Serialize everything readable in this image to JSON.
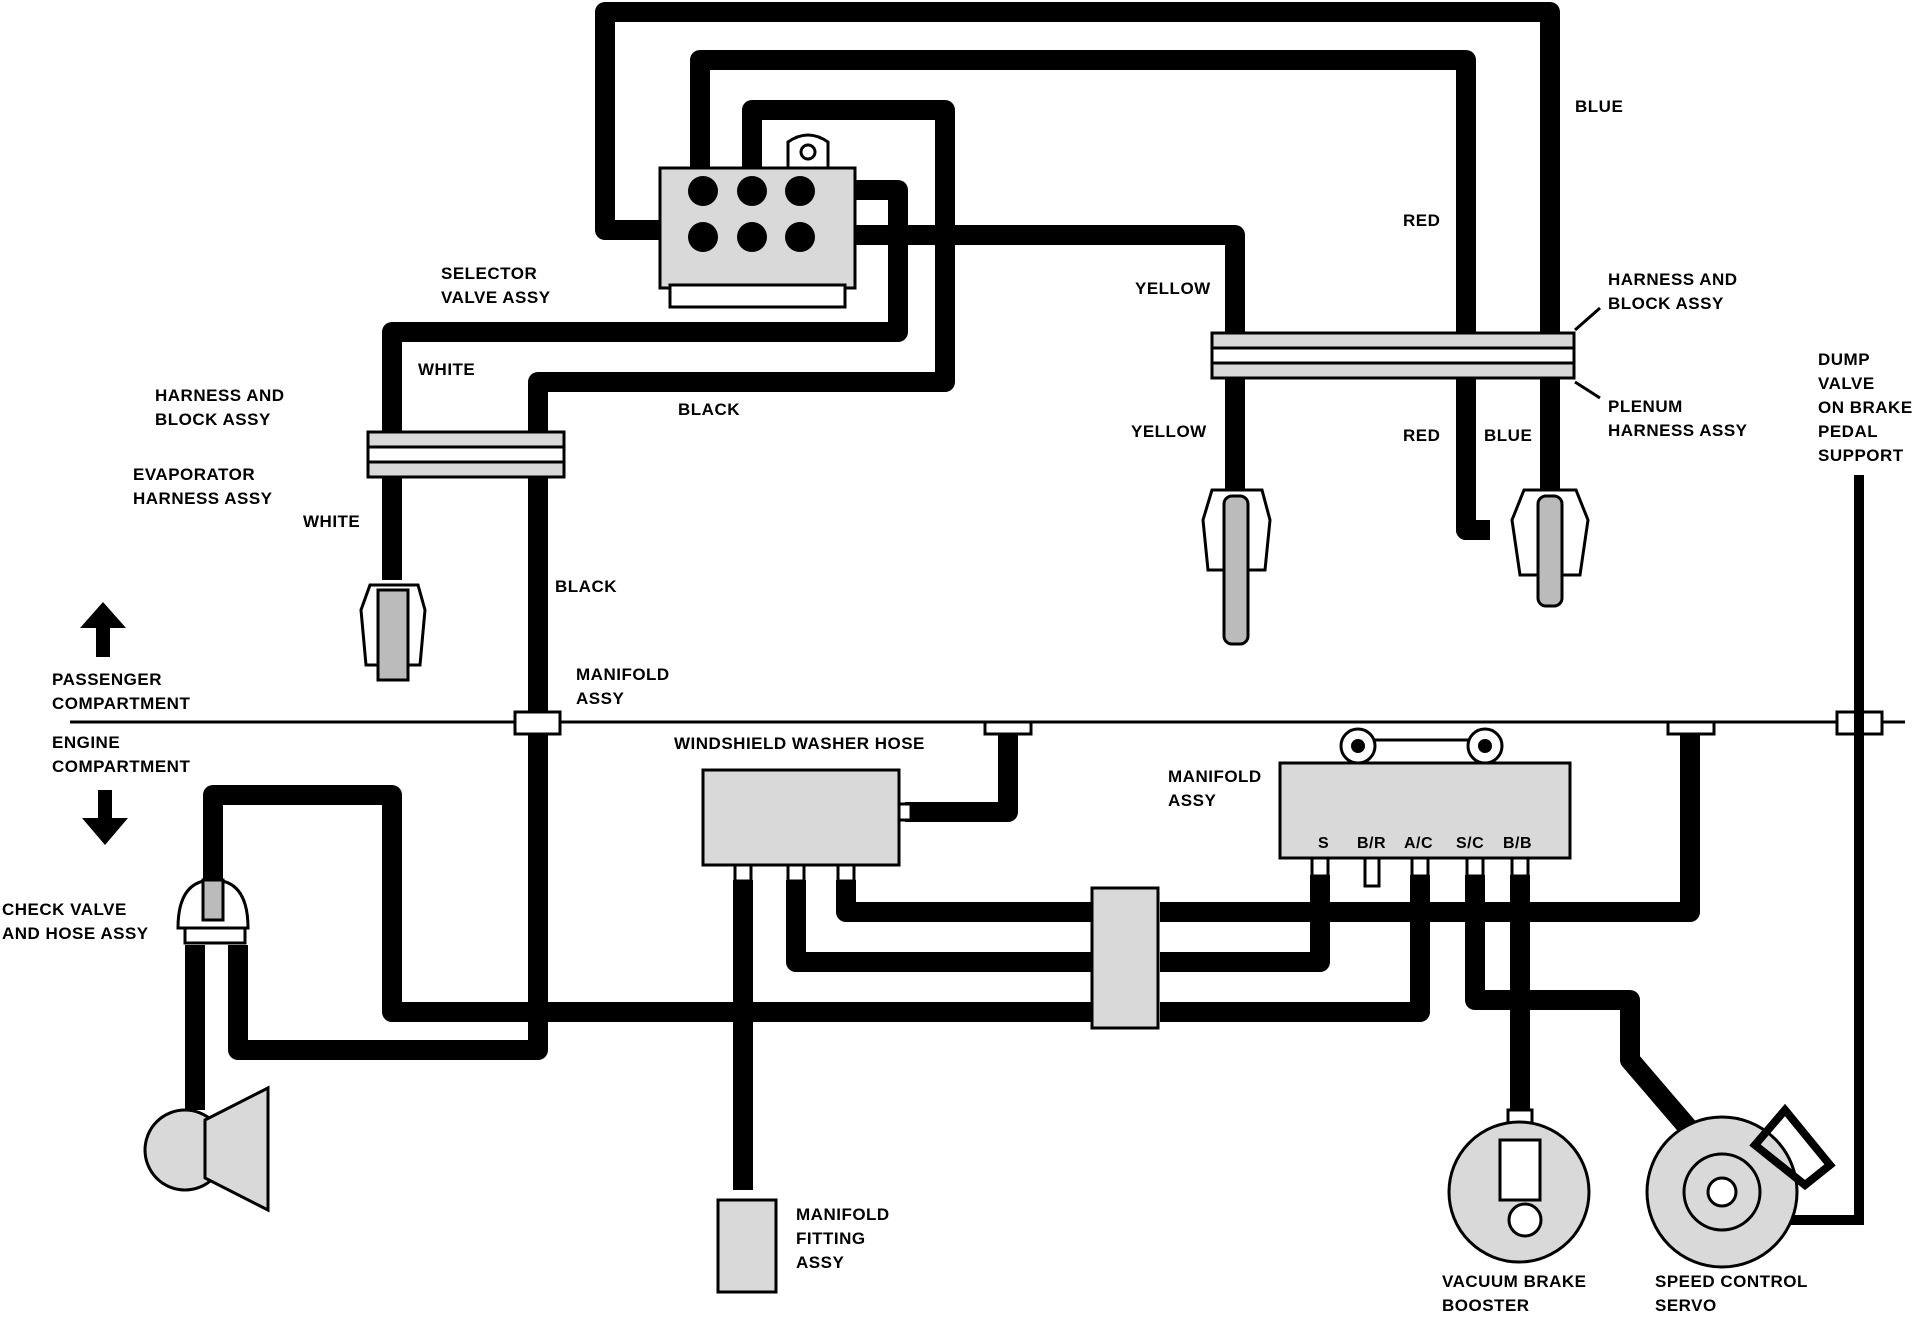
{
  "labels": {
    "selector_valve": "SELECTOR\nVALVE ASSY",
    "harness_block_left": "HARNESS AND\nBLOCK ASSY",
    "evaporator_harness": "EVAPORATOR\nHARNESS ASSY",
    "white_top": "WHITE",
    "white_bottom": "WHITE",
    "black_top": "BLACK",
    "black_mid": "BLACK",
    "blue_top": "BLUE",
    "red_top": "RED",
    "yellow_top": "YELLOW",
    "yellow_bottom": "YELLOW",
    "red_bottom": "RED",
    "blue_bottom": "BLUE",
    "harness_block_right": "HARNESS AND\nBLOCK ASSY",
    "plenum_harness": "PLENUM\nHARNESS ASSY",
    "dump_valve": "DUMP\nVALVE\nON BRAKE\nPEDAL\nSUPPORT",
    "passenger_compartment": "PASSENGER\nCOMPARTMENT",
    "engine_compartment": "ENGINE\nCOMPARTMENT",
    "manifold_assy_top": "MANIFOLD\nASSY",
    "windshield_washer_hose": "WINDSHIELD WASHER HOSE",
    "manifold_assy_right": "MANIFOLD\nASSY",
    "check_valve": "CHECK VALVE\nAND HOSE ASSY",
    "manifold_fitting": "MANIFOLD\nFITTING\nASSY",
    "vacuum_brake_booster": "VACUUM BRAKE\nBOOSTER",
    "speed_control_servo": "SPEED CONTROL\nSERVO",
    "port_s": "S",
    "port_br": "B/R",
    "port_ac": "A/C",
    "port_sc": "S/C",
    "port_bb": "B/B"
  }
}
